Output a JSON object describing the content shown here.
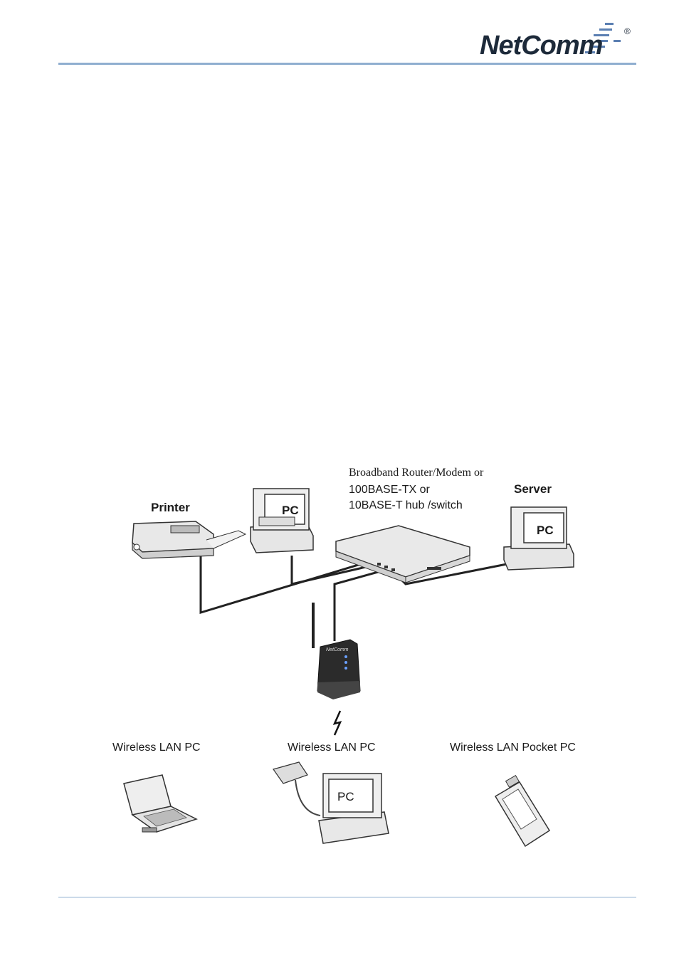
{
  "header": {
    "brand": "NetComm",
    "registered_mark": "®"
  },
  "diagram": {
    "printer_label": "Printer",
    "pc_label": "PC",
    "router_line1": "Broadband Router/Modem or",
    "router_line2": "100BASE-TX or",
    "router_line3": "10BASE-T hub /switch",
    "server_label": "Server",
    "server_pc_label": "PC",
    "wireless_laptop_label": "Wireless LAN PC",
    "wireless_desktop_label": "Wireless LAN PC",
    "wireless_desktop_screen": "PC",
    "wireless_pocket_label": "Wireless LAN Pocket PC",
    "ap_brand": "NetComm"
  }
}
